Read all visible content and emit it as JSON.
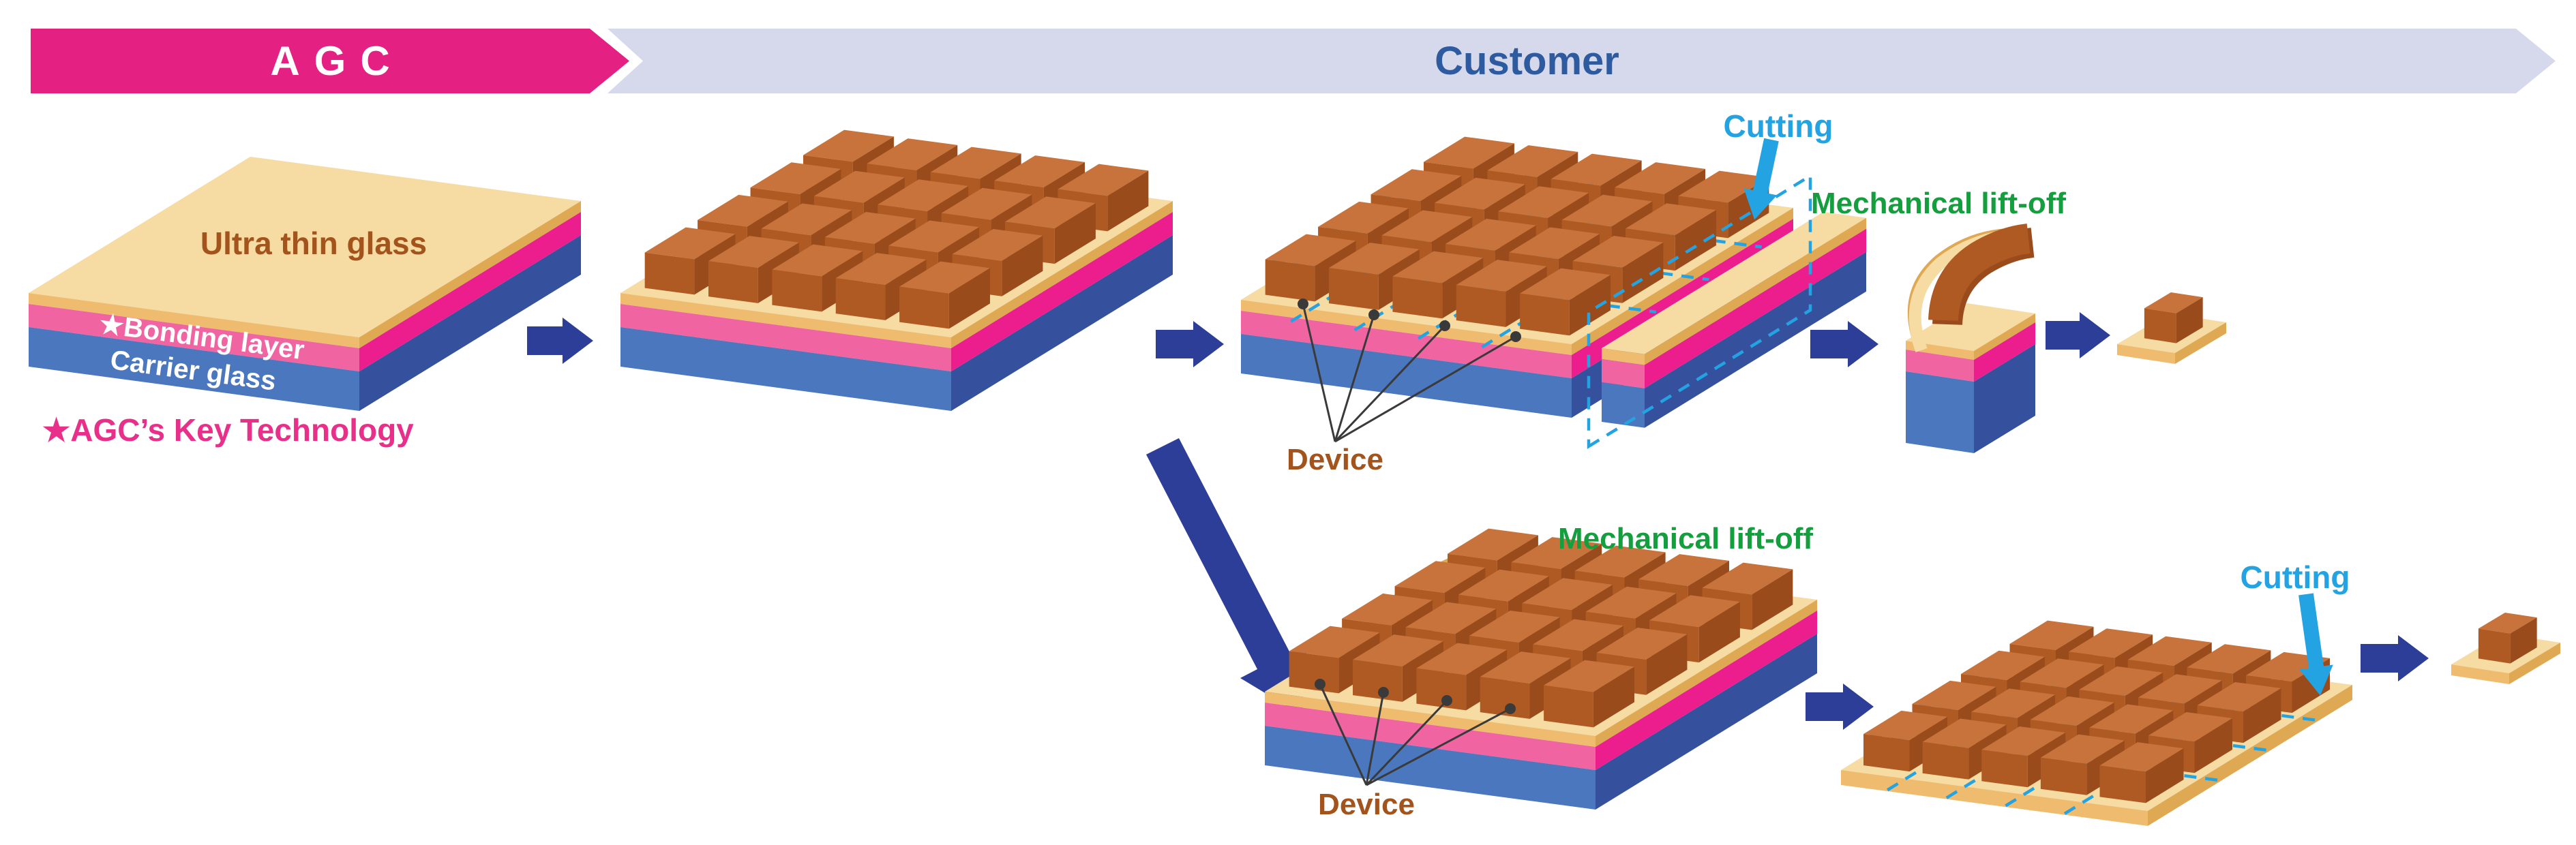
{
  "header": {
    "agc_label": "AGC",
    "customer_label": "Customer",
    "agc_color": "#E42083",
    "customer_band_color": "#D6D9EB",
    "customer_text_color": "#2E5B9F"
  },
  "labels": {
    "ultra_thin_glass": "Ultra thin glass",
    "bonding_layer": "★Bonding layer",
    "carrier_glass": "Carrier glass",
    "key_technology": "★AGC’s Key Technology",
    "device_top": "Device",
    "device_bottom": "Device",
    "cutting_top": "Cutting",
    "cutting_bottom": "Cutting",
    "lift_off_top": "Mechanical lift-off",
    "lift_off_bottom": "Mechanical lift-off"
  },
  "colors": {
    "ultra_thin_glass_top": "#F6DBA3",
    "ultra_thin_glass_edge": "#EFBC6F",
    "ultra_thin_glass_edge_dark": "#DFA853",
    "bonding_left": "#F064A2",
    "bonding_right": "#EC1E8E",
    "carrier_left": "#4B77BE",
    "carrier_right": "#35519E",
    "device_top": "#C7733B",
    "device_left": "#B05A23",
    "device_right": "#9A4B1B",
    "flow_arrow": "#2C3E98",
    "cutting": "#24A3E2",
    "lift_off_text": "#149E3E",
    "brown_text": "#A3541C",
    "key_tech_text": "#E8308A",
    "callout": "#3A3A3A"
  },
  "device_grid": {
    "cols": 4,
    "rows": 5
  }
}
